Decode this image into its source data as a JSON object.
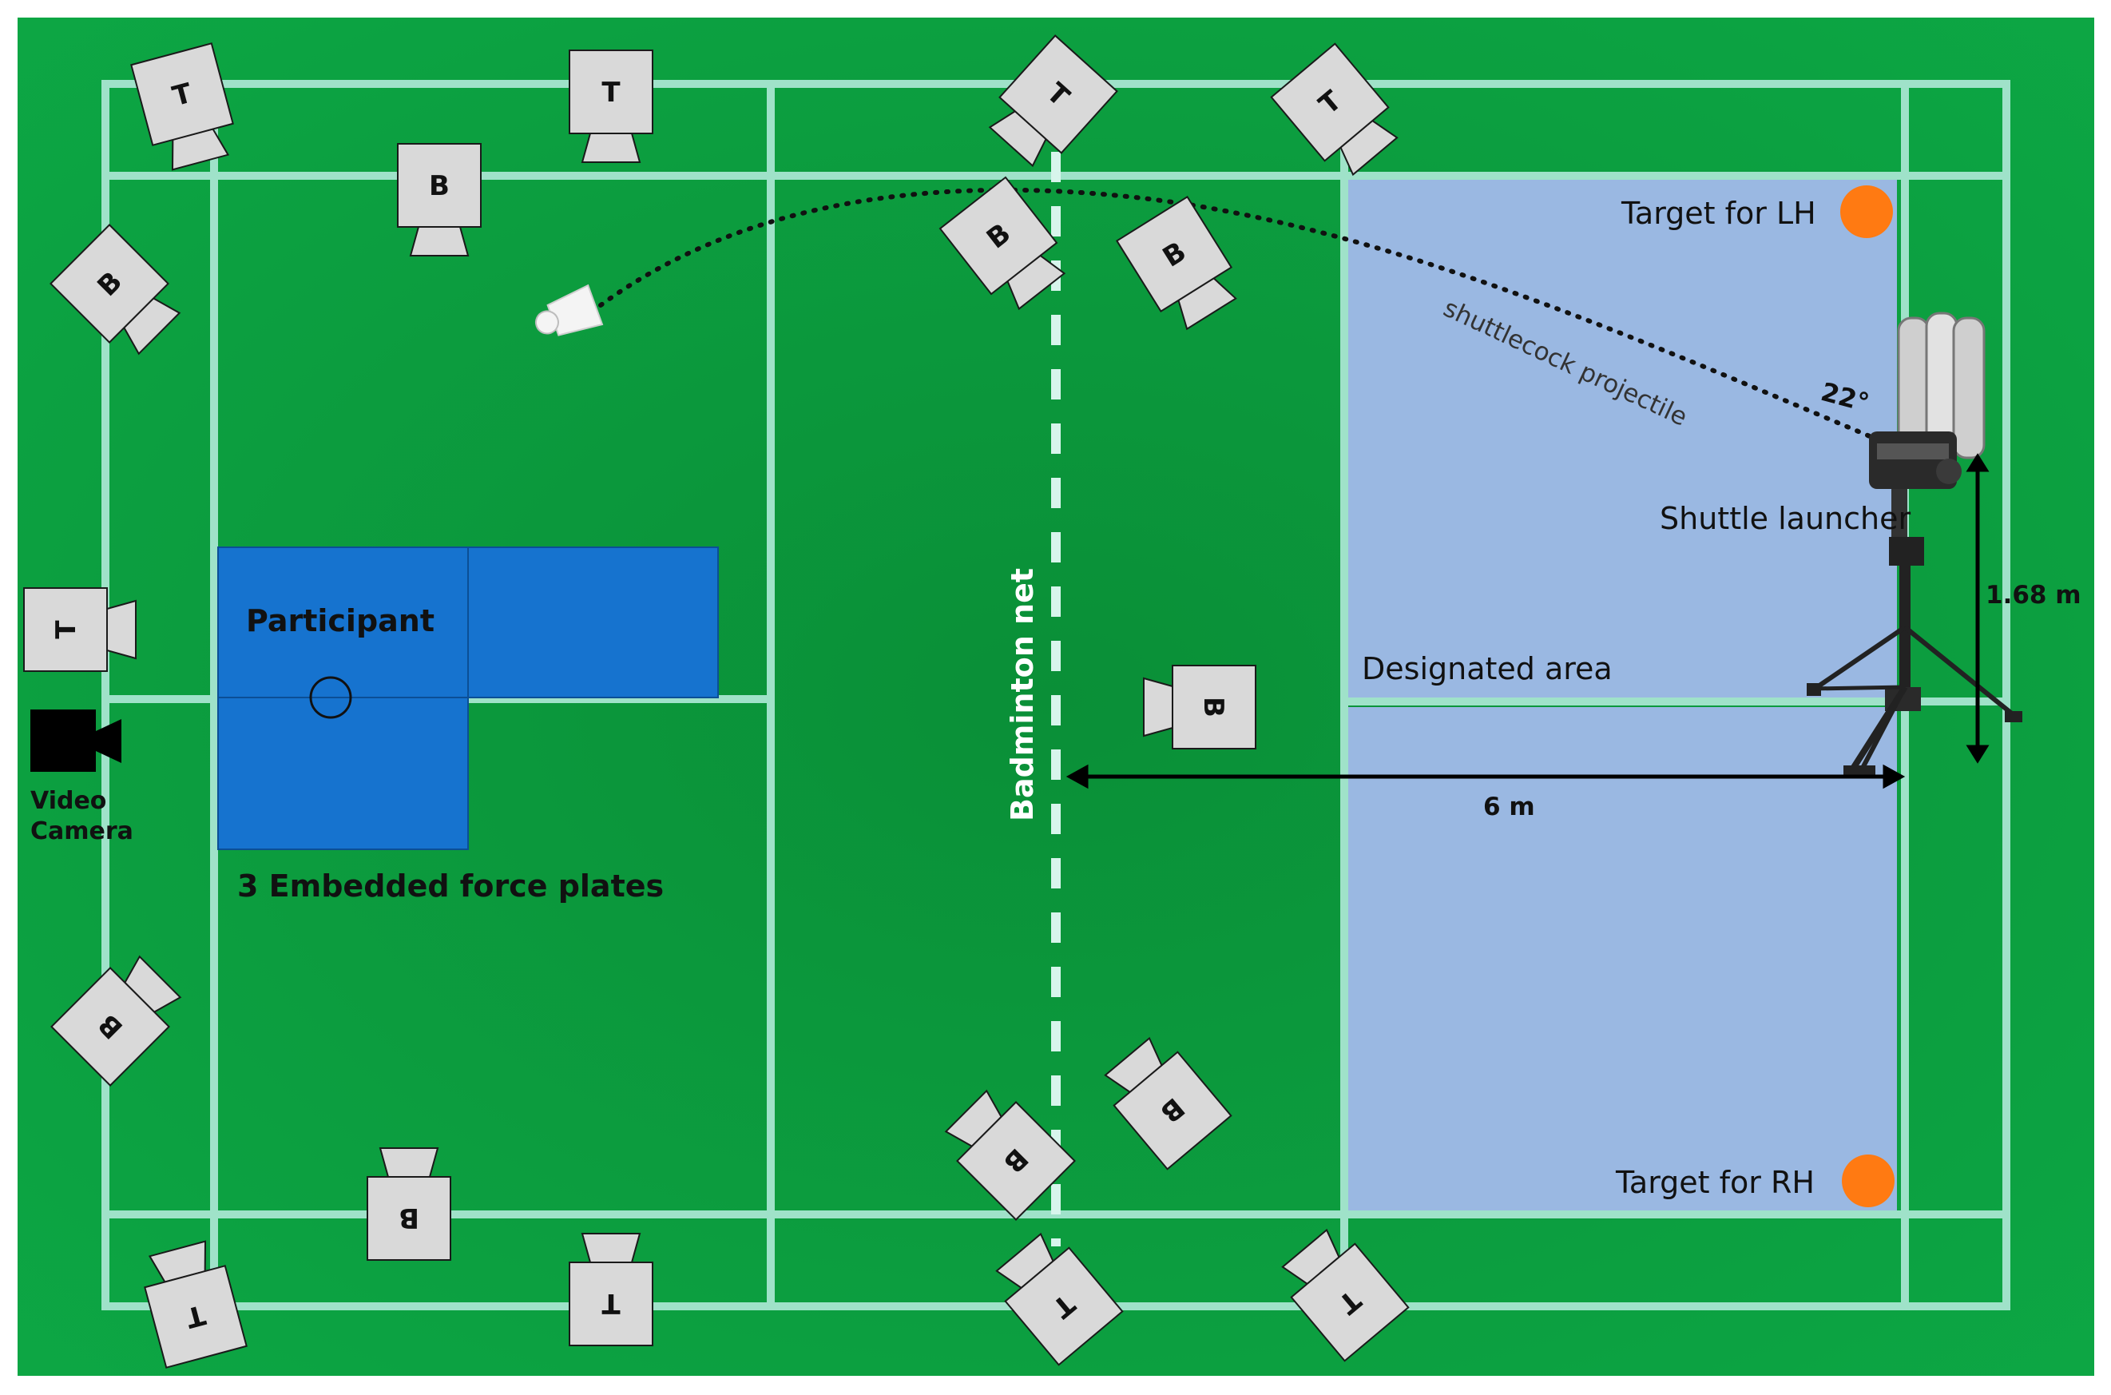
{
  "colors": {
    "court_green": "#0b9a3c",
    "court_lines": "#9fe2c9",
    "designated_area": "#9ab8e2",
    "force_plate": "#1673cf",
    "target": "#ff7a12",
    "camera": "#d9d9d9"
  },
  "labels": {
    "participant": "Participant",
    "force_plates": "3 Embedded force plates",
    "video_camera_line1": "Video",
    "video_camera_line2": "Camera",
    "net": "Badminton net",
    "designated_area": "Designated area",
    "shuttle_launcher": "Shuttle launcher",
    "target_lh": "Target for LH",
    "target_rh": "Target for RH",
    "trajectory": "shuttlecock projectile",
    "angle": "22°",
    "distance": "6 m",
    "height": "1.68 m"
  },
  "camera_letters": {
    "top": "T",
    "bottom": "B"
  },
  "icons": {
    "camera_t": "camera-icon-t",
    "camera_b": "camera-icon-b",
    "video_camera": "video-camera-icon",
    "shuttlecock": "shuttlecock-icon",
    "launcher": "shuttle-launcher-icon",
    "target": "target-dot-icon"
  }
}
